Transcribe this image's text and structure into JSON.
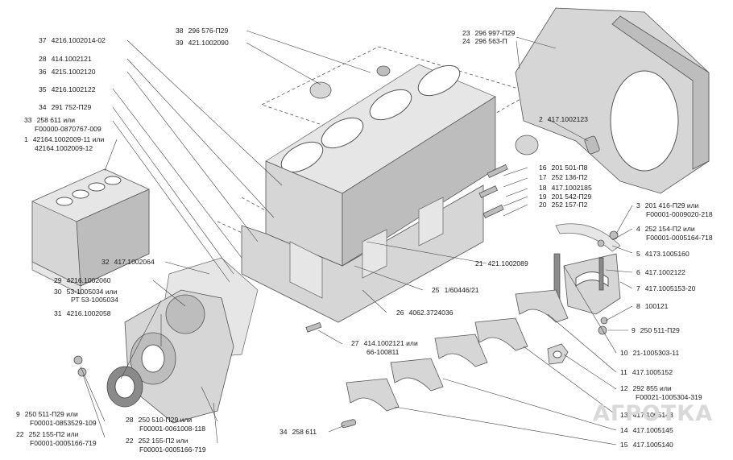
{
  "diagram": {
    "watermark": "АГРОТКА",
    "callouts": [
      {
        "id": "38",
        "n": "38",
        "part": "296 576-П29"
      },
      {
        "id": "39",
        "n": "39",
        "part": "421.1002090"
      },
      {
        "id": "37",
        "n": "37",
        "part": "4216.1002014-02"
      },
      {
        "id": "28a",
        "n": "28",
        "part": "414.1002121"
      },
      {
        "id": "36",
        "n": "36",
        "part": "4215.1002120"
      },
      {
        "id": "35",
        "n": "35",
        "part": "4216.1002122"
      },
      {
        "id": "34a",
        "n": "34",
        "part": "291 752-П29"
      },
      {
        "id": "33",
        "n": "33",
        "part": "258 611 или",
        "sub": "F00000-0870767-009"
      },
      {
        "id": "1",
        "n": "1",
        "part": "42164.1002009-11 или",
        "sub": "42164.1002009-12"
      },
      {
        "id": "23",
        "n": "23",
        "part": "296 997-П29"
      },
      {
        "id": "24",
        "n": "24",
        "part": "296 563-П"
      },
      {
        "id": "2",
        "n": "2",
        "part": "417.1002123"
      },
      {
        "id": "16",
        "n": "16",
        "part": "201 501-П8"
      },
      {
        "id": "17",
        "n": "17",
        "part": "252 136-П2"
      },
      {
        "id": "18",
        "n": "18",
        "part": "417.1002185"
      },
      {
        "id": "19",
        "n": "19",
        "part": "201 542-П29"
      },
      {
        "id": "20",
        "n": "20",
        "part": "252 157-П2"
      },
      {
        "id": "3",
        "n": "3",
        "part": "201 416-П29 или",
        "sub": "F00001-0009020-218"
      },
      {
        "id": "4",
        "n": "4",
        "part": "252 154-П2 или",
        "sub": "F00001-0005164-718"
      },
      {
        "id": "5",
        "n": "5",
        "part": "4173.1005160"
      },
      {
        "id": "6",
        "n": "6",
        "part": "417.1002122"
      },
      {
        "id": "7",
        "n": "7",
        "part": "417.1005153-20"
      },
      {
        "id": "8",
        "n": "8",
        "part": "100121"
      },
      {
        "id": "9a",
        "n": "9",
        "part": "250 511-П29"
      },
      {
        "id": "10",
        "n": "10",
        "part": "21-1005303-11"
      },
      {
        "id": "11",
        "n": "11",
        "part": "417.1005152"
      },
      {
        "id": "12",
        "n": "12",
        "part": "292 855 или",
        "sub": "F00021-1005304-319"
      },
      {
        "id": "13",
        "n": "13",
        "part": "417.1005143"
      },
      {
        "id": "14",
        "n": "14",
        "part": "417.1005145"
      },
      {
        "id": "15",
        "n": "15",
        "part": "417.1005140"
      },
      {
        "id": "21",
        "n": "21",
        "part": "421.1002089"
      },
      {
        "id": "25",
        "n": "25",
        "part": "1/60446/21"
      },
      {
        "id": "26",
        "n": "26",
        "part": "4062.3724036"
      },
      {
        "id": "27",
        "n": "27",
        "part": "414.1002121 или",
        "sub": "66-100811"
      },
      {
        "id": "32",
        "n": "32",
        "part": "417.1002064"
      },
      {
        "id": "29",
        "n": "29",
        "part": "4216.1002060"
      },
      {
        "id": "30",
        "n": "30",
        "part": "53-1005034 или",
        "sub": "РТ 53-1005034"
      },
      {
        "id": "31",
        "n": "31",
        "part": "4216.1002058"
      },
      {
        "id": "9b",
        "n": "9",
        "part": "250 511-П29 или",
        "sub": "F00001-0853529-109"
      },
      {
        "id": "22a",
        "n": "22",
        "part": "252 155-П2 или",
        "sub": "F00001-0005166-719"
      },
      {
        "id": "28b",
        "n": "28",
        "part": "250 510-П29 или",
        "sub": "F00001-0061008-118"
      },
      {
        "id": "22b",
        "n": "22",
        "part": "252 155-П2 или",
        "sub": "F00001-0005166-719"
      },
      {
        "id": "34b",
        "n": "34",
        "part": "258 611"
      }
    ]
  }
}
